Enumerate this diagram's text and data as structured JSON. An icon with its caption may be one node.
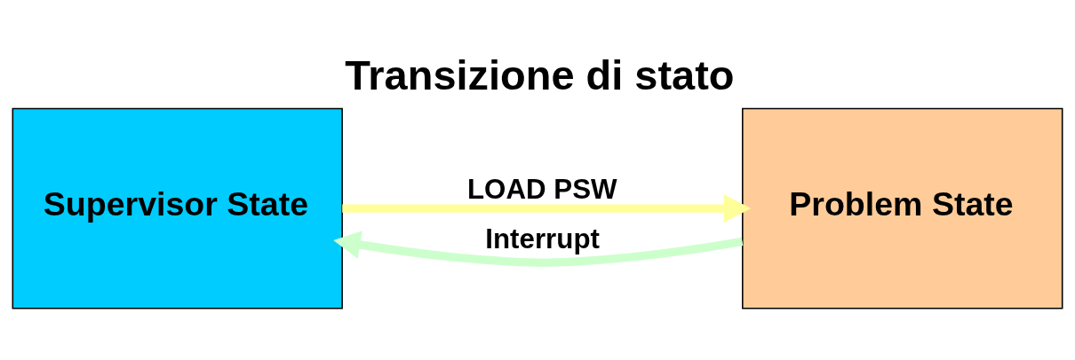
{
  "diagram": {
    "title": "Transizione di stato",
    "nodes": [
      {
        "text": [
          "Supervisor State"
        ]
      },
      {
        "text": [
          "Problem State"
        ]
      }
    ],
    "edges": [
      {
        "from": 0,
        "to": 1,
        "arrow": "to",
        "label": "LOAD PSW",
        "color": "#ffff99"
      },
      {
        "from": 1,
        "to": 0,
        "arrow": "to",
        "label": "Interrupt",
        "color": "#ccffcc"
      }
    ]
  }
}
